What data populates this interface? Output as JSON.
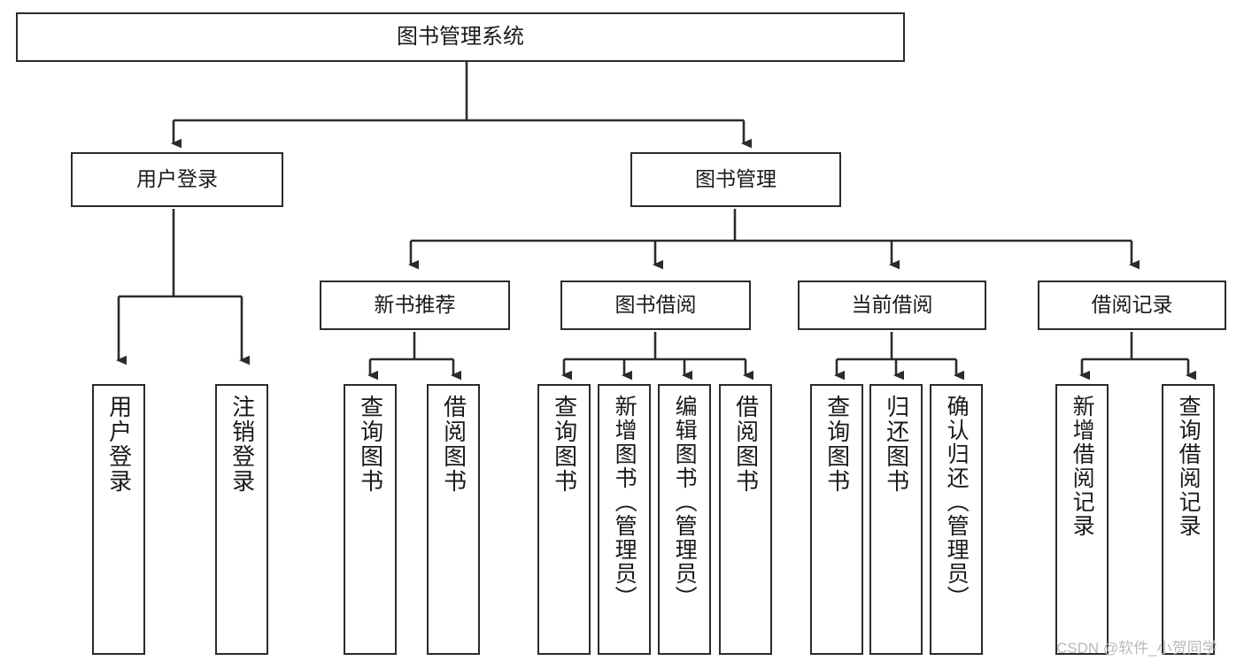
{
  "diagram": {
    "title": "图书管理系统",
    "type": "hierarchy-tree",
    "watermark": "CSDN @软件_小贺同学",
    "colors": {
      "stroke": "#2b2b2b",
      "fill": "#ffffff",
      "text": "#1a1a1a",
      "watermark": "#b9b9b9"
    },
    "levels": {
      "root": "图书管理系统",
      "level1": [
        "用户登录",
        "图书管理"
      ],
      "level2": [
        "新书推荐",
        "图书借阅",
        "当前借阅",
        "借阅记录"
      ]
    },
    "nodes": {
      "root": {
        "label": "图书管理系统"
      },
      "user_login": {
        "label": "用户登录"
      },
      "book_manage": {
        "label": "图书管理"
      },
      "new_book_rec": {
        "label": "新书推荐"
      },
      "book_borrow": {
        "label": "图书借阅"
      },
      "current_borrow": {
        "label": "当前借阅"
      },
      "borrow_record": {
        "label": "借阅记录"
      },
      "leaf_user_login": {
        "label": "用户登录"
      },
      "leaf_logout": {
        "label": "注销登录"
      },
      "leaf_query_book_a": {
        "label": "查询图书"
      },
      "leaf_borrow_book_a": {
        "label": "借阅图书"
      },
      "leaf_query_book_b": {
        "label": "查询图书"
      },
      "leaf_add_book": {
        "label": "新增图书（管理员）"
      },
      "leaf_edit_book": {
        "label": "编辑图书（管理员）"
      },
      "leaf_borrow_book_b": {
        "label": "借阅图书"
      },
      "leaf_query_book_c": {
        "label": "查询图书"
      },
      "leaf_return_book": {
        "label": "归还图书"
      },
      "leaf_confirm_return": {
        "label": "确认归还（管理员）"
      },
      "leaf_add_record": {
        "label": "新增借阅记录"
      },
      "leaf_query_record": {
        "label": "查询借阅记录"
      }
    },
    "edges": [
      {
        "from": "root",
        "to": "user_login"
      },
      {
        "from": "root",
        "to": "book_manage"
      },
      {
        "from": "user_login",
        "to": "leaf_user_login"
      },
      {
        "from": "user_login",
        "to": "leaf_logout"
      },
      {
        "from": "book_manage",
        "to": "new_book_rec"
      },
      {
        "from": "book_manage",
        "to": "book_borrow"
      },
      {
        "from": "book_manage",
        "to": "current_borrow"
      },
      {
        "from": "book_manage",
        "to": "borrow_record"
      },
      {
        "from": "new_book_rec",
        "to": "leaf_query_book_a"
      },
      {
        "from": "new_book_rec",
        "to": "leaf_borrow_book_a"
      },
      {
        "from": "book_borrow",
        "to": "leaf_query_book_b"
      },
      {
        "from": "book_borrow",
        "to": "leaf_add_book"
      },
      {
        "from": "book_borrow",
        "to": "leaf_edit_book"
      },
      {
        "from": "book_borrow",
        "to": "leaf_borrow_book_b"
      },
      {
        "from": "current_borrow",
        "to": "leaf_query_book_c"
      },
      {
        "from": "current_borrow",
        "to": "leaf_return_book"
      },
      {
        "from": "current_borrow",
        "to": "leaf_confirm_return"
      },
      {
        "from": "borrow_record",
        "to": "leaf_add_record"
      },
      {
        "from": "borrow_record",
        "to": "leaf_query_record"
      }
    ]
  }
}
